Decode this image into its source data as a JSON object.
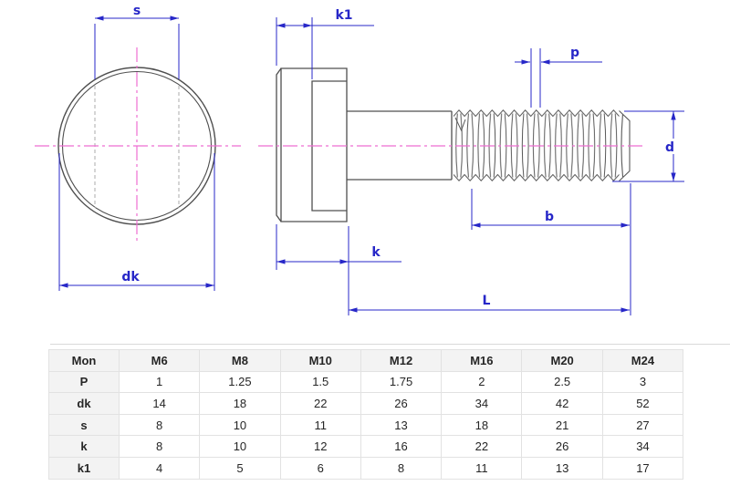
{
  "diagram": {
    "labels": {
      "s": "s",
      "dk": "dk",
      "k1": "k1",
      "p": "p",
      "d": "d",
      "b": "b",
      "k": "k",
      "L": "L"
    },
    "colors": {
      "dimension_blue": "#2727c8",
      "outline_gray": "#4f4f4f",
      "centerline_pink": "#ee6ed2",
      "hidden_gray": "#ababab"
    }
  },
  "table": {
    "columns": [
      "Mon",
      "M6",
      "M8",
      "M10",
      "M12",
      "M16",
      "M20",
      "M24"
    ],
    "rows": [
      {
        "label": "P",
        "values": [
          "1",
          "1.25",
          "1.5",
          "1.75",
          "2",
          "2.5",
          "3"
        ]
      },
      {
        "label": "dk",
        "values": [
          "14",
          "18",
          "22",
          "26",
          "34",
          "42",
          "52"
        ]
      },
      {
        "label": "s",
        "values": [
          "8",
          "10",
          "11",
          "13",
          "18",
          "21",
          "27"
        ]
      },
      {
        "label": "k",
        "values": [
          "8",
          "10",
          "12",
          "16",
          "22",
          "26",
          "34"
        ]
      },
      {
        "label": "k1",
        "values": [
          "4",
          "5",
          "6",
          "8",
          "11",
          "13",
          "17"
        ]
      }
    ]
  }
}
